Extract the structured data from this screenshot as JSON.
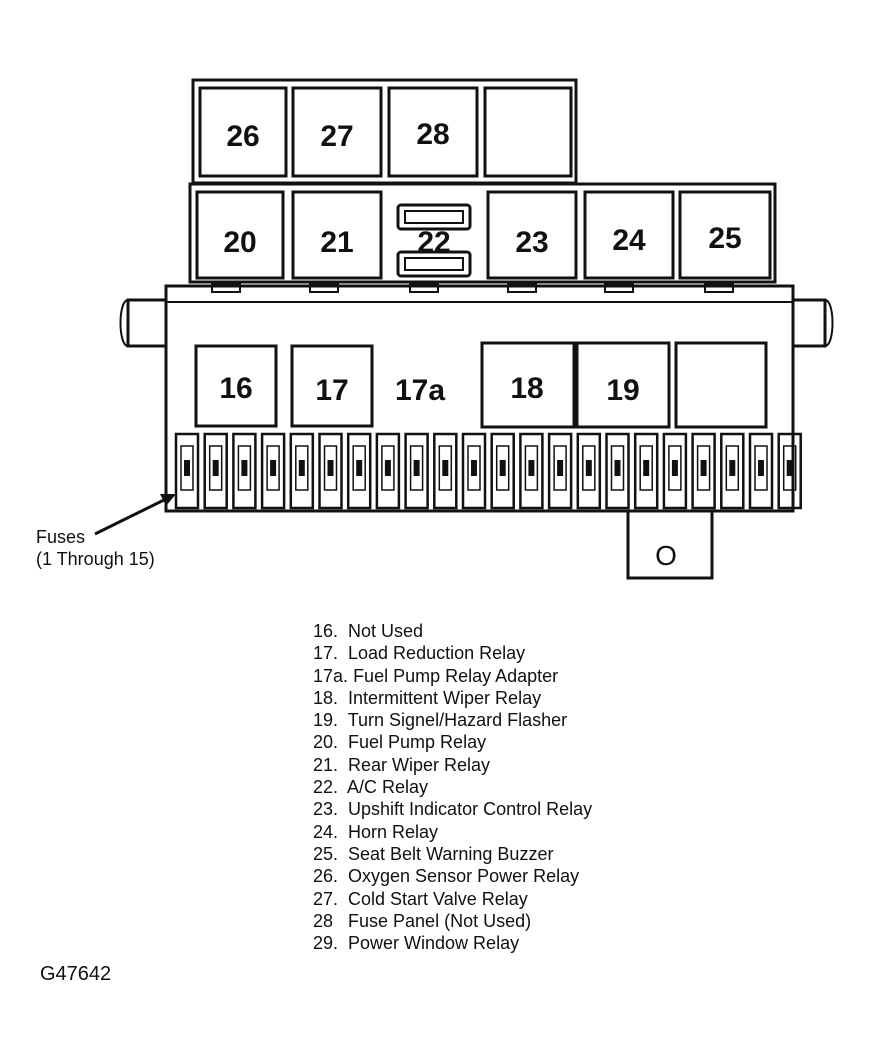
{
  "relays": {
    "top_row": [
      "26",
      "27",
      "28",
      ""
    ],
    "middle_row": [
      "20",
      "21",
      "22",
      "23",
      "24",
      "25"
    ],
    "panel_row": [
      "16",
      "17",
      "17a",
      "18",
      "19",
      ""
    ]
  },
  "fuses_label": {
    "line1": "Fuses",
    "line2": "(1 Through 15)"
  },
  "legend": [
    {
      "num": "16.",
      "text": "Not Used"
    },
    {
      "num": "17.",
      "text": "Load Reduction Relay"
    },
    {
      "num": "17a.",
      "text": "Fuel Pump Relay Adapter"
    },
    {
      "num": "18.",
      "text": "Intermittent Wiper Relay"
    },
    {
      "num": "19.",
      "text": "Turn Signel/Hazard Flasher"
    },
    {
      "num": "20.",
      "text": "Fuel Pump Relay"
    },
    {
      "num": "21.",
      "text": "Rear Wiper Relay"
    },
    {
      "num": "22.",
      "text": "A/C Relay"
    },
    {
      "num": "23.",
      "text": "Upshift Indicator Control Relay"
    },
    {
      "num": "24.",
      "text": "Horn Relay"
    },
    {
      "num": "25.",
      "text": "Seat Belt Warning Buzzer"
    },
    {
      "num": "26.",
      "text": "Oxygen Sensor Power Relay"
    },
    {
      "num": "27.",
      "text": "Cold Start Valve Relay"
    },
    {
      "num": "28",
      "text": "Fuse Panel (Not Used)"
    },
    {
      "num": "29.",
      "text": "Power Window Relay"
    }
  ],
  "figure_id": "G47642",
  "connector_label": "O"
}
